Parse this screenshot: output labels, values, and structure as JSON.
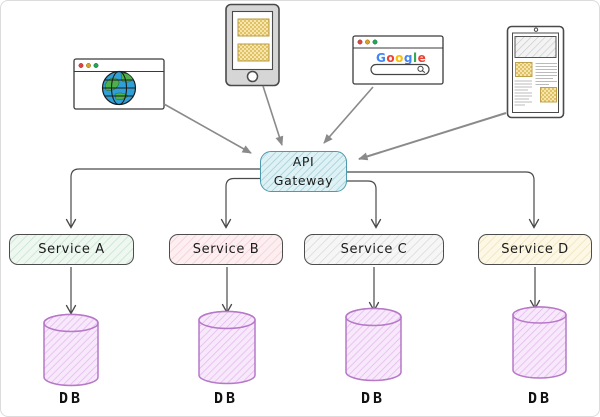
{
  "canvas": {
    "background": "#ffffff",
    "frame_border": "#dcdcdc"
  },
  "gateway": {
    "line1": "API",
    "line2": "Gateway",
    "fill": "#def2f5",
    "border": "#4c9aab"
  },
  "services": [
    {
      "label": "Service A",
      "fill": "#eef8f1",
      "border": "#4d4d4d"
    },
    {
      "label": "Service B",
      "fill": "#fdeff1",
      "border": "#4d4d4d"
    },
    {
      "label": "Service C",
      "fill": "#f7f6f7",
      "border": "#4d4d4d"
    },
    {
      "label": "Service D",
      "fill": "#fcf8e5",
      "border": "#4d4d4d"
    }
  ],
  "databases": [
    {
      "label": "DB",
      "fill": "#f8e8fb",
      "border": "#b678c8"
    },
    {
      "label": "DB",
      "fill": "#f8e8fb",
      "border": "#b678c8"
    },
    {
      "label": "DB",
      "fill": "#f8e8fb",
      "border": "#b678c8"
    },
    {
      "label": "DB",
      "fill": "#f8e8fb",
      "border": "#b678c8"
    }
  ],
  "clients": [
    {
      "name": "desktop-browser",
      "icon": "globe-icon"
    },
    {
      "name": "mobile-phone",
      "icon": "smartphone-icon"
    },
    {
      "name": "search-browser",
      "icon": "google-logo"
    },
    {
      "name": "tablet-reader",
      "icon": "tablet-document-icon"
    }
  ],
  "google_logo": {
    "letters": [
      {
        "ch": "G",
        "color": "#4285F4"
      },
      {
        "ch": "o",
        "color": "#EA4335"
      },
      {
        "ch": "o",
        "color": "#FBBC05"
      },
      {
        "ch": "g",
        "color": "#4285F4"
      },
      {
        "ch": "l",
        "color": "#34A853"
      },
      {
        "ch": "e",
        "color": "#EA4335"
      }
    ]
  },
  "window_controls": {
    "colors": [
      "#e0443e",
      "#dea123",
      "#23a55a"
    ]
  },
  "arrow_colors": {
    "client_arrows": "#8a8a8a",
    "connector_arrows": "#4a4a4a"
  }
}
